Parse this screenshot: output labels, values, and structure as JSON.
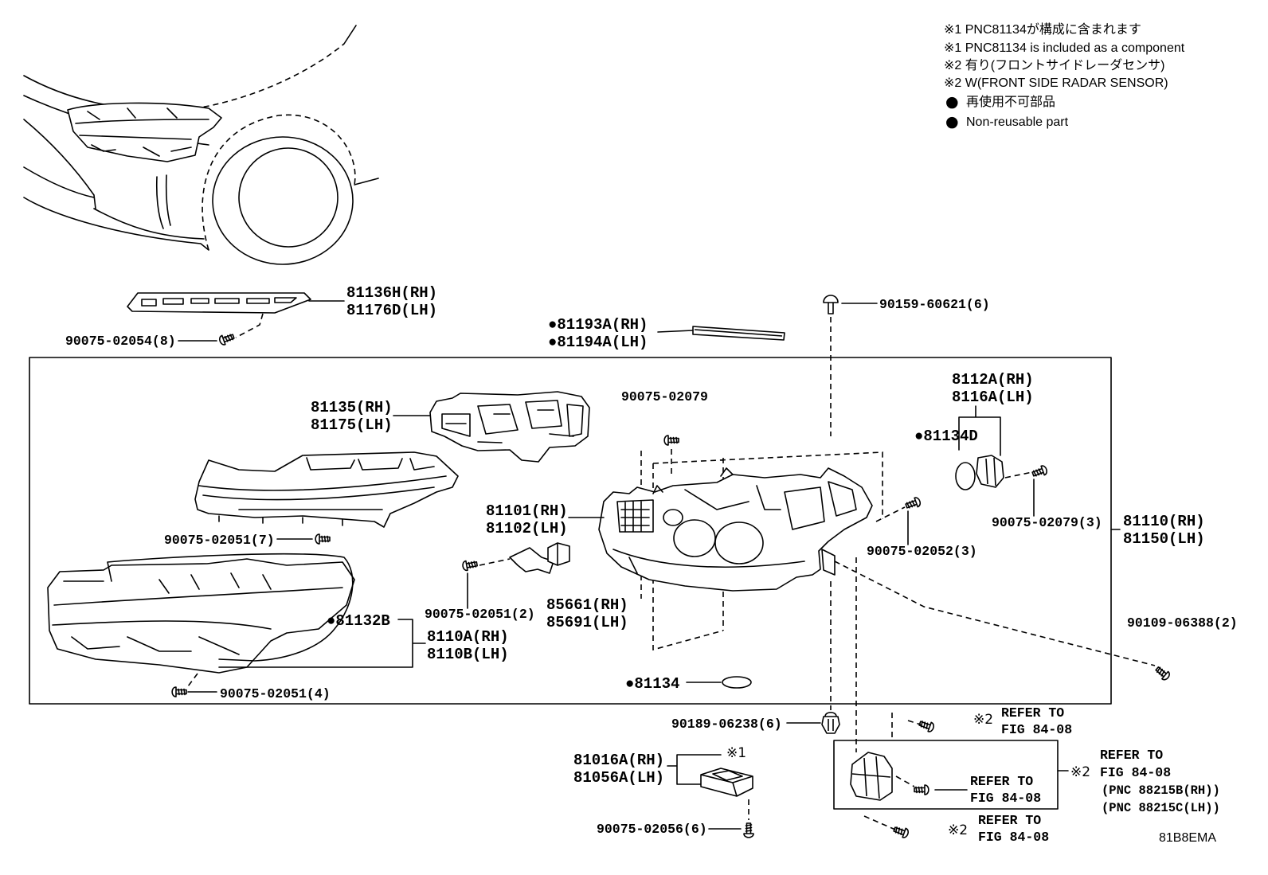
{
  "colors": {
    "ink": "#000000",
    "paper": "#ffffff"
  },
  "legend": {
    "note1_ja": "※1 PNC81134が構成に含まれます",
    "note1_en": "※1 PNC81134 is included as a component",
    "note2_ja": "※2 有り(フロントサイドレーダセンサ)",
    "note2_en": "※2 W(FRONT SIDE RADAR SENSOR)",
    "bullet": "●",
    "nonreusable_ja": "再使用不可部品",
    "nonreusable_en": "Non-reusable part"
  },
  "callouts": {
    "p81136h": "81136H(RH)",
    "p81176d": "81176D(LH)",
    "p90075_02054": "90075-02054(8)",
    "p81193a": "●81193A(RH)",
    "p81194a": "●81194A(LH)",
    "p90159_60621": "90159-60621(6)",
    "p81135": "81135(RH)",
    "p81175": "81175(LH)",
    "p90075_02079": "90075-02079",
    "p8112a": "8112A(RH)",
    "p8116a": "8116A(LH)",
    "p81134d": "●81134D",
    "p81101": "81101(RH)",
    "p81102": "81102(LH)",
    "p90075_02052": "90075-02052(3)",
    "p90075_02079_3": "90075-02079(3)",
    "p81110": "81110(RH)",
    "p81150": "81150(LH)",
    "p90075_02051_7": "90075-02051(7)",
    "p90075_02051_2": "90075-02051(2)",
    "p85661": "85661(RH)",
    "p85691": "85691(LH)",
    "p81132b": "●81132B",
    "p8110a": "8110A(RH)",
    "p8110b": "8110B(LH)",
    "p90075_02051_4": "90075-02051(4)",
    "p90109_06388": "90109-06388(2)",
    "p81134": "●81134",
    "p90189_06238": "90189-06238(6)",
    "p81016a": "81016A(RH)",
    "p81056a": "81056A(LH)",
    "note1_mark": "※1",
    "p90075_02056": "90075-02056(6)"
  },
  "references": [
    {
      "mark": "※2",
      "line1": "REFER TO",
      "line2": "FIG 84-08"
    },
    {
      "line1": "REFER TO",
      "line2": "FIG 84-08"
    },
    {
      "mark": "※2",
      "line1": "REFER TO",
      "line2": "FIG 84-08",
      "pnc_rh": "(PNC 88215B(RH))",
      "pnc_lh": "(PNC 88215C(LH))"
    },
    {
      "mark": "※2",
      "line1": "REFER TO",
      "line2": "FIG 84-08"
    }
  ],
  "diagram_code": "81B8EMA"
}
